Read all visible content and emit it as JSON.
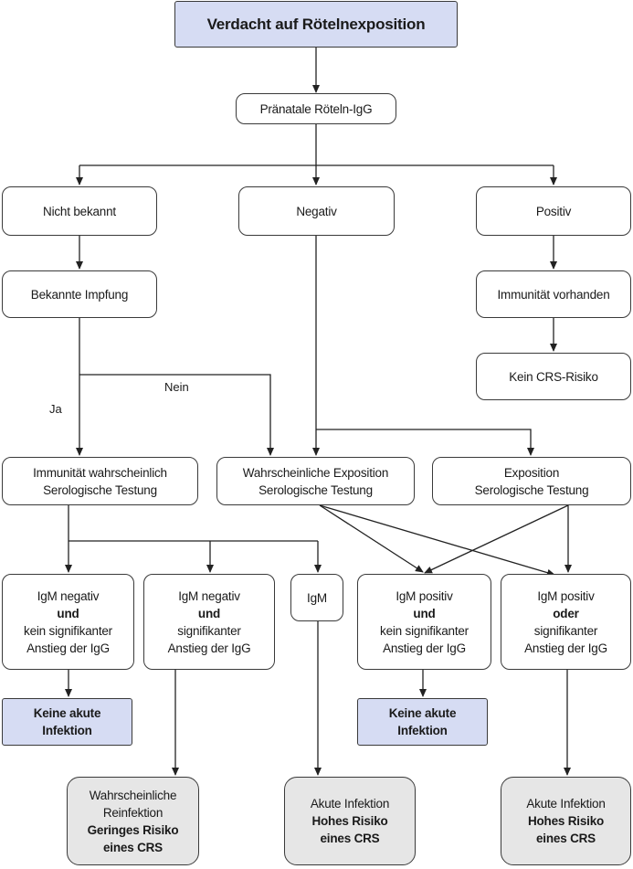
{
  "nodes": {
    "title": "Verdacht auf Rötelnexposition",
    "igg": "Pränatale Röteln-IgG",
    "unknown": "Nicht bekannt",
    "negative": "Negativ",
    "positive": "Positiv",
    "known_vacc": "Bekannte Impfung",
    "immunity_present": "Immunität vorhanden",
    "no_crs": "Kein CRS-Risiko",
    "immunity_likely": [
      "Immunität wahrscheinlich",
      "Serologische Testung"
    ],
    "exposure_likely": [
      "Wahrscheinliche Exposition",
      "Serologische Testung"
    ],
    "exposure": [
      "Exposition",
      "Serologische Testung"
    ],
    "igm_neg_no_rise": [
      "IgM negativ",
      "und",
      "kein signifikanter",
      "Anstieg der IgG"
    ],
    "igm_neg_rise": [
      "IgM negativ",
      "und",
      "signifikanter",
      "Anstieg der IgG"
    ],
    "igm": "IgM",
    "igm_pos_no_rise": [
      "IgM positiv",
      "und",
      "kein signifikanter",
      "Anstieg der IgG"
    ],
    "igm_pos_or_rise": [
      "IgM positiv",
      "oder",
      "signifikanter",
      "Anstieg der IgG"
    ],
    "no_acute_1": [
      "Keine akute",
      "Infektion"
    ],
    "no_acute_2": [
      "Keine akute",
      "Infektion"
    ],
    "reinfection": [
      "Wahrscheinliche",
      "Reinfektion",
      "Geringes Risiko",
      "eines CRS"
    ],
    "acute_1": [
      "Akute Infektion",
      "Hohes Risiko",
      "eines CRS"
    ],
    "acute_2": [
      "Akute Infektion",
      "Hohes Risiko",
      "eines CRS"
    ]
  },
  "edge_labels": {
    "ja": "Ja",
    "nein": "Nein"
  },
  "colors": {
    "highlight": "#d6dcf3",
    "outcome": "#e6e6e6",
    "stroke": "#3a3a3a"
  }
}
